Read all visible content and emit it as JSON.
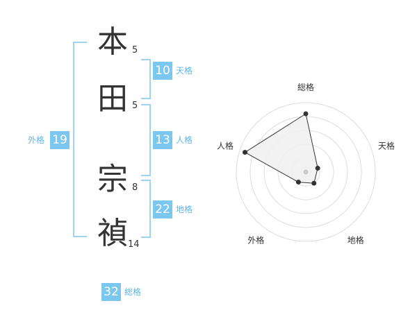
{
  "name": {
    "chars": [
      {
        "char": "本",
        "strokes": "5"
      },
      {
        "char": "田",
        "strokes": "5"
      },
      {
        "char": "宗",
        "strokes": "8"
      },
      {
        "char": "禎",
        "strokes": "14"
      }
    ]
  },
  "fortune": {
    "tenkaku": {
      "value": "10",
      "label": "天格"
    },
    "jinkaku": {
      "value": "13",
      "label": "人格"
    },
    "chikaku": {
      "value": "22",
      "label": "地格"
    },
    "gaikaku": {
      "value": "19",
      "label": "外格"
    },
    "soukaku": {
      "value": "32",
      "label": "総格"
    }
  },
  "chart_data": {
    "type": "radar",
    "axes": [
      "総格",
      "天格",
      "地格",
      "外格",
      "人格"
    ],
    "values": [
      4.2,
      0.9,
      1.0,
      0.9,
      4.6
    ],
    "range": [
      0,
      5
    ],
    "rings": 5,
    "colors": {
      "fill": "#f0f0f0",
      "line": "#333333",
      "grid": "#dddddd",
      "point": "#333333",
      "center": "#cccccc"
    }
  }
}
